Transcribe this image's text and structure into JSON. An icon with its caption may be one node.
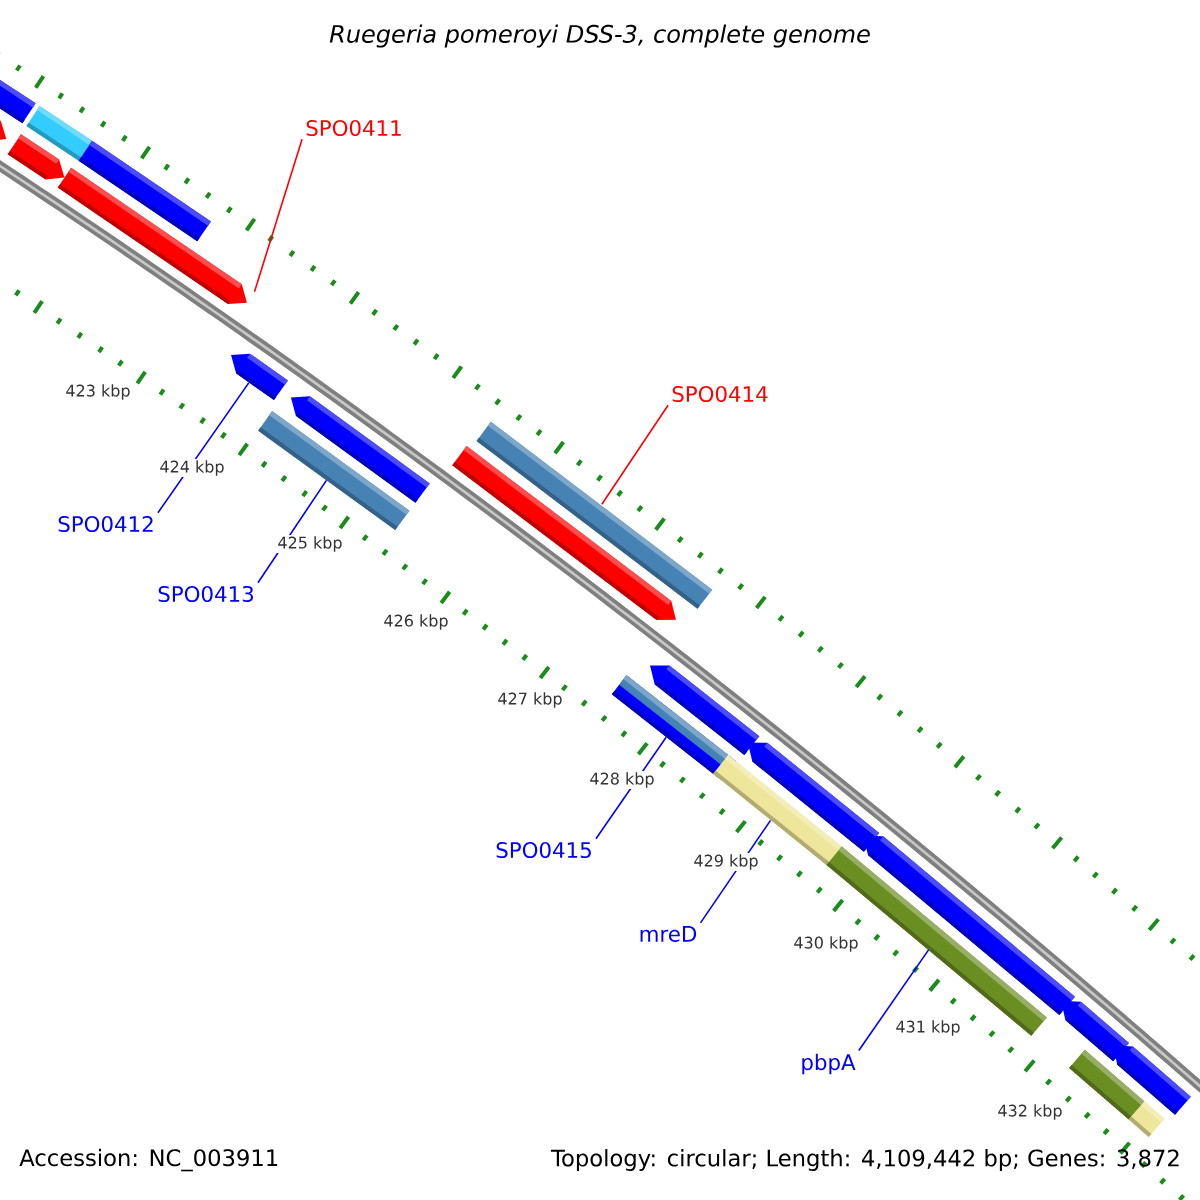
{
  "diagram": {
    "title": "Ruegeria pomeroyi DSS-3, complete genome",
    "nodes": [
      {
        "text": [
          "SPO0411"
        ]
      },
      {
        "text": [
          "SPO0414"
        ]
      },
      {
        "text": [
          "SPO0412"
        ]
      },
      {
        "text": [
          "SPO0413"
        ]
      },
      {
        "text": [
          "SPO0415"
        ]
      },
      {
        "text": [
          "mreD"
        ]
      },
      {
        "text": [
          "pbpA"
        ]
      },
      {
        "text": [],
        "shape": "bar"
      },
      {
        "text": [],
        "shape": "bar"
      },
      {
        "text": [],
        "shape": "bar"
      },
      {
        "text": [],
        "shape": "bar"
      },
      {
        "text": [],
        "shape": "bar"
      },
      {
        "text": [],
        "shape": "bar"
      },
      {
        "text": [],
        "shape": "bar"
      },
      {
        "text": [],
        "shape": "bar"
      },
      {
        "text": [],
        "shape": "bar"
      },
      {
        "text": [],
        "shape": "bar"
      },
      {
        "text": [],
        "shape": "bar"
      },
      {
        "text": [],
        "shape": "bar"
      },
      {
        "text": [],
        "shape": "bar"
      },
      {
        "text": [],
        "shape": "bar"
      },
      {
        "text": [],
        "shape": "bar"
      },
      {
        "text": [],
        "shape": "bar"
      },
      {
        "text": [],
        "shape": "bar"
      },
      {
        "text": [],
        "shape": "bar"
      },
      {
        "text": [],
        "shape": "bar"
      },
      {
        "text": [],
        "shape": "bar"
      },
      {
        "text": [],
        "shape": "bar"
      }
    ],
    "edges": [
      {
        "from": 0,
        "to": 11,
        "arrow": "none",
        "color": "#ff0000"
      },
      {
        "from": 1,
        "to": 17,
        "arrow": "none",
        "color": "#ff0000"
      },
      {
        "from": 2,
        "to": 13,
        "arrow": "none"
      },
      {
        "from": 3,
        "to": 14,
        "arrow": "none"
      },
      {
        "from": 4,
        "to": 18,
        "arrow": "none"
      },
      {
        "from": 5,
        "to": 20,
        "arrow": "none"
      },
      {
        "from": 6,
        "to": 22,
        "arrow": "none"
      }
    ],
    "labels": [
      "423 kbp",
      "424 kbp",
      "425 kbp",
      "426 kbp",
      "427 kbp",
      "428 kbp",
      "429 kbp",
      "430 kbp",
      "431 kbp",
      "432 kbp",
      "Accession: NC_003911",
      "Topology: circular; Length: 4,109,442 bp; Genes: 3,872"
    ]
  }
}
